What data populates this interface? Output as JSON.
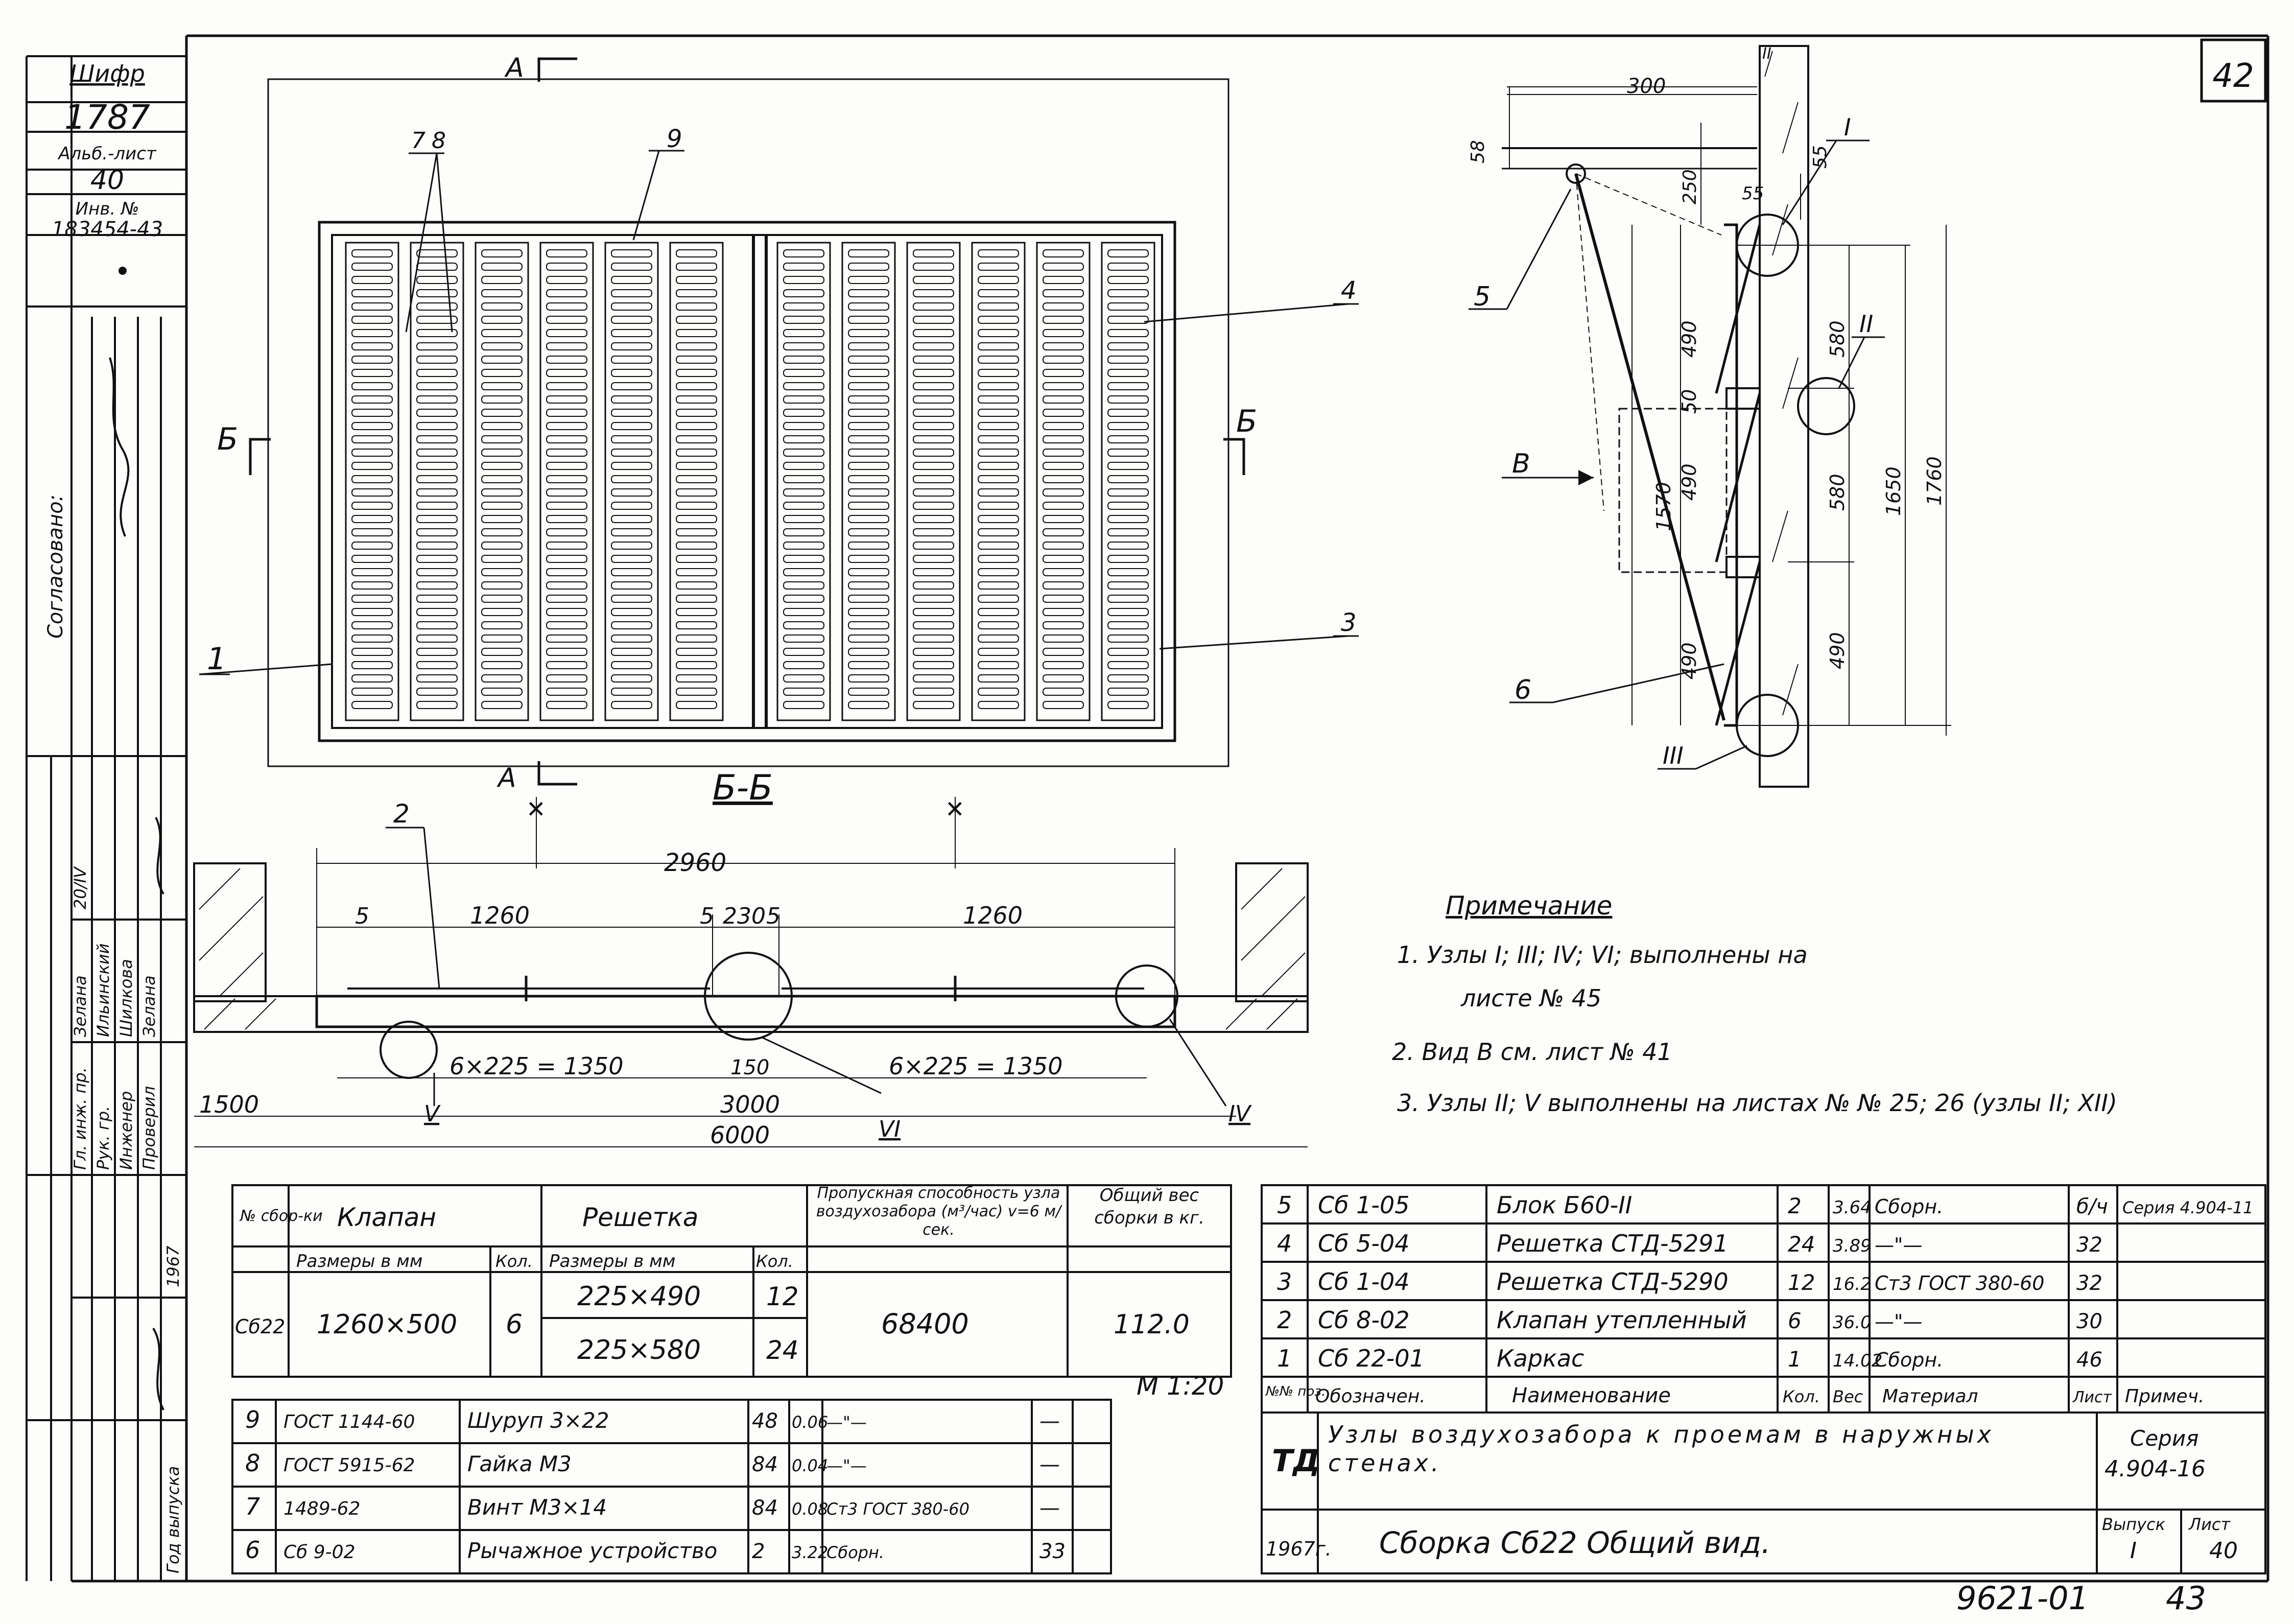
{
  "sheet_number": "42",
  "bottom_code": "9621-01",
  "bottom_page": "43",
  "stamp": {
    "cipher_label": "Шифр",
    "cipher_value": "1787",
    "album_sheet_label": "Альб.-лист",
    "album_sheet_value": "40",
    "inv_label": "Инв. №",
    "inv_value": "183454-43",
    "agreed_label": "Согласовано:",
    "columns": [
      {
        "role": "Гл. инж. пр.",
        "surname": "Зелана",
        "date": "20/IV"
      },
      {
        "role": "Рук. гр.",
        "surname": "Ильинский",
        "date": ""
      },
      {
        "role": "Инженер",
        "surname": "Шилкова",
        "date": ""
      },
      {
        "role": "Проверил",
        "surname": "Зелана",
        "date": ""
      }
    ],
    "issue_label": "Год выпуска",
    "issue_value": "1967"
  },
  "plan": {
    "section_a": "А",
    "section_b": "Б",
    "callouts": [
      "1",
      "3",
      "4",
      "7",
      "8",
      "9"
    ]
  },
  "side_view": {
    "nodes": [
      "I",
      "II",
      "III"
    ],
    "callouts": [
      "5",
      "6"
    ],
    "view_label": "В",
    "dims": [
      "300",
      "58",
      "250",
      "55",
      "55",
      "490",
      "50",
      "1570",
      "490",
      "490",
      "580",
      "580",
      "1650",
      "1760",
      "490"
    ]
  },
  "section": {
    "title": "Б-Б",
    "callout": "2",
    "dims": {
      "total_inner": "2960",
      "left_gap": "5",
      "left_leaf": "1260",
      "mid_gap_a": "5",
      "mid_width": "230",
      "mid_gap_b": "5",
      "right_leaf": "1260",
      "left_rungs": "6×225 = 1350",
      "centre": "150",
      "right_rungs": "6×225 = 1350",
      "opening": "3000",
      "overall": "6000",
      "left_wall": "1500"
    },
    "nodes": [
      "IV",
      "V",
      "VI"
    ]
  },
  "notes": {
    "title": "Примечание",
    "lines": [
      "1. Узлы  I; III; IV; VI;  выполнены  на",
      "листе  № 45",
      "2. Вид  В  см. лист  № 41",
      "3. Узлы  II; V  выполнены  на  листах  № № 25; 26 (узлы II; XII)"
    ]
  },
  "capacity_table": {
    "h_no": "№ сбор-ки",
    "h_valve": "Клапан",
    "h_grille": "Решетка",
    "h_capacity": "Пропускная способность узла воздухозабора (м³/час) v=6 м/сек.",
    "h_weight": "Общий вес сборки в кг.",
    "h_size": "Размеры в мм",
    "h_qty": "Кол.",
    "row": {
      "id": "Сб22",
      "valve_size": "1260×500",
      "valve_qty": "6",
      "grille1_size": "225×490",
      "grille1_qty": "12",
      "grille2_size": "225×580",
      "grille2_qty": "24",
      "capacity": "68400",
      "weight": "112.0"
    }
  },
  "scale": "М 1:20",
  "lower_left_parts": [
    {
      "pos": "9",
      "code": "ГОСТ 1144-60",
      "name": "Шуруп 3×22",
      "qty": "48",
      "mass": "0.06",
      "material": "—\"—",
      "note": "—"
    },
    {
      "pos": "8",
      "code": "ГОСТ 5915-62",
      "name": "Гайка М3",
      "qty": "84",
      "mass": "0.04",
      "material": "—\"—",
      "note": "—"
    },
    {
      "pos": "7",
      "code": "1489-62",
      "name": "Винт М3×14",
      "qty": "84",
      "mass": "0.08",
      "material": "Ст3 ГОСТ 380-60",
      "note": "—"
    },
    {
      "pos": "6",
      "code": "Сб 9-02",
      "name": "Рычажное устройство",
      "qty": "2",
      "mass": "3.22",
      "material": "Сборн.",
      "note": "33"
    }
  ],
  "right_parts": [
    {
      "pos": "5",
      "code": "Сб 1-05",
      "name": "Блок Б60-II",
      "qty": "2",
      "mass": "3.64",
      "material": "Сборн.",
      "sheet": "б/ч",
      "note": "Серия 4.904-11"
    },
    {
      "pos": "4",
      "code": "Сб 5-04",
      "name": "Решетка СТД-5291",
      "qty": "24",
      "mass": "3.89",
      "material": "—\"—",
      "sheet": "32",
      "note": ""
    },
    {
      "pos": "3",
      "code": "Сб 1-04",
      "name": "Решетка СТД-5290",
      "qty": "12",
      "mass": "16.2",
      "material": "Ст3 ГОСТ 380-60",
      "sheet": "32",
      "note": ""
    },
    {
      "pos": "2",
      "code": "Сб 8-02",
      "name": "Клапан утепленный",
      "qty": "6",
      "mass": "36.0",
      "material": "—\"—",
      "sheet": "30",
      "note": ""
    },
    {
      "pos": "1",
      "code": "Сб 22-01",
      "name": "Каркас",
      "qty": "1",
      "mass": "14.02",
      "material": "Сборн.",
      "sheet": "46",
      "note": ""
    }
  ],
  "right_parts_header": {
    "pos": "№№ поз.",
    "code": "Обозначен.",
    "name": "Наименование",
    "qty": "Кол.",
    "mass": "Вес",
    "material": "Материал",
    "sheet": "Лист",
    "note": "Примеч."
  },
  "title_block": {
    "td": "ТД",
    "project": "Узлы воздухозабора к проемам в наружных стенах.",
    "series_label": "Серия",
    "series_value": "4.904-16",
    "year": "1967г.",
    "drawing_title": "Сборка Сб22 Общий вид.",
    "issue_label": "Выпуск",
    "issue_value": "I",
    "sheet_label": "Лист",
    "sheet_value": "40"
  }
}
